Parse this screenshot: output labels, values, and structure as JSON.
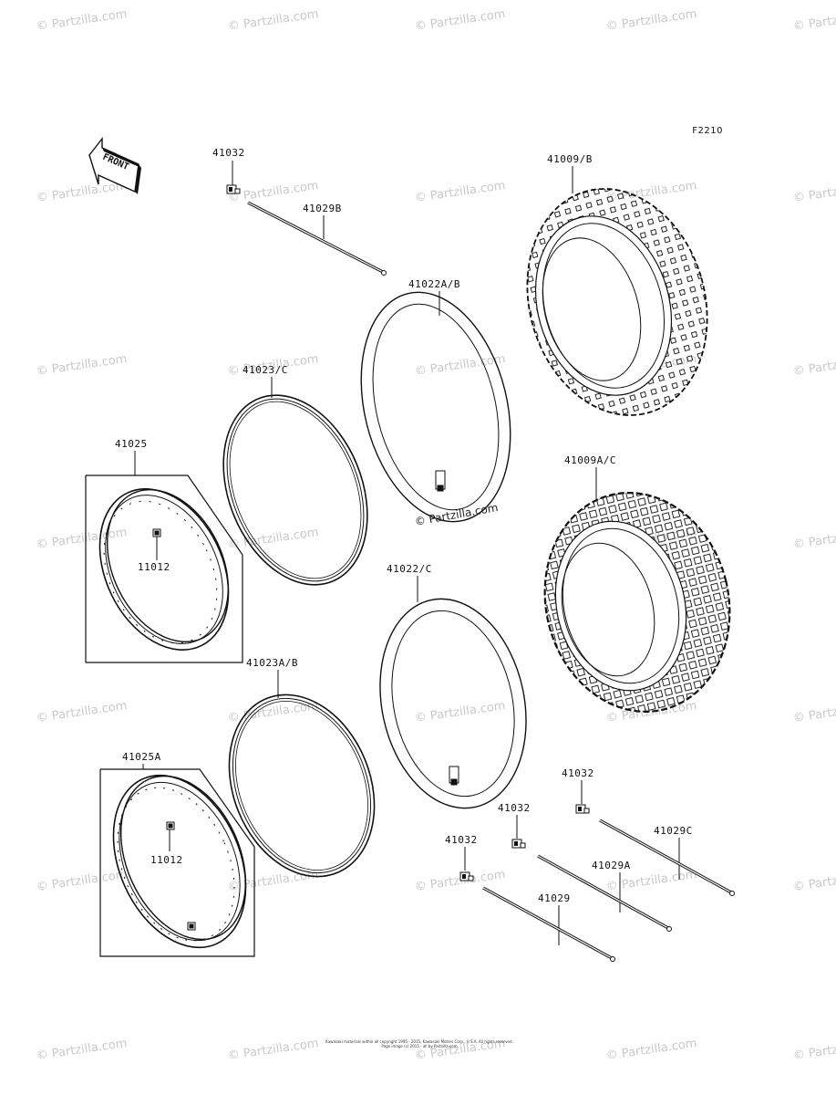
{
  "figure_code": "F2210",
  "front_arrow_text": "FRONT",
  "center_watermark": "© Partzilla.com",
  "watermark_text": "© Partzilla.com",
  "copyright_line1": "Kawasaki materials within all copyright 1995 - 2015, Kawasaki Motors Corp., U.S.A. All rights reserved.",
  "copyright_line2": "Page image (c) 2015 - all by Partzilla.com",
  "labels": {
    "valve_cap_top": "41032",
    "spoke_set_b": "41029B",
    "tire_b": "41009/B",
    "tube_ab": "41022A/B",
    "rim_band_c": "41023/C",
    "rim": "41025",
    "rim_nipple_1": "11012",
    "tire_ac": "41009A/C",
    "tube_c": "41022/C",
    "rim_band_ab": "41023A/B",
    "rim_a": "41025A",
    "rim_nipple_2": "11012",
    "valve_cap_1": "41032",
    "valve_cap_2": "41032",
    "valve_cap_3": "41032",
    "spoke_set_c": "41029C",
    "spoke_set_a": "41029A",
    "spoke_set": "41029"
  },
  "colors": {
    "line": "#111111",
    "watermark": "#c9c9c9",
    "background": "#ffffff"
  }
}
